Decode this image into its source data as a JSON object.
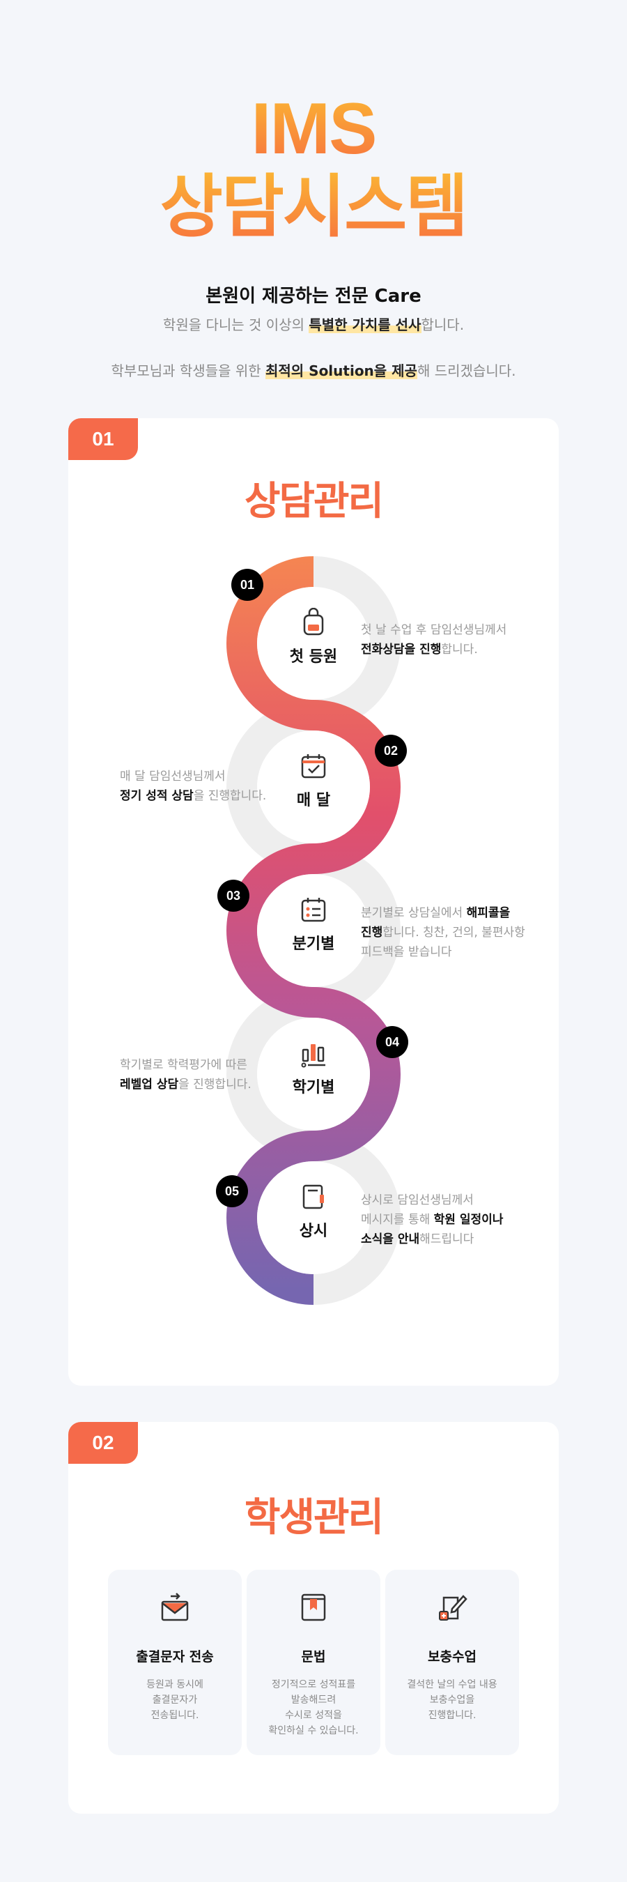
{
  "hero": {
    "title_line1": "IMS",
    "title_line2": "상담시스템"
  },
  "intro": {
    "heading": "본원이 제공하는 전문 Care",
    "line1_pre": "학원을 다니는 것 이상의 ",
    "line1_hl": "특별한 가치를 선사",
    "line1_post": "합니다.",
    "line2_pre": "학부모님과 학생들을 위한 ",
    "line2_hl": "최적의 Solution을 제공",
    "line2_post": "해 드리겠습니다."
  },
  "section1": {
    "badge": "01",
    "title": "상담관리",
    "steps": [
      {
        "num": "01",
        "label": "첫 등원",
        "icon": "backpack-icon",
        "desc": [
          {
            "t": "첫 날 수업 후 담임선생님께서",
            "b": false
          },
          {
            "t": "\n",
            "b": false
          },
          {
            "t": "전화상담을 진행",
            "b": true
          },
          {
            "t": "합니다.",
            "b": false
          }
        ]
      },
      {
        "num": "02",
        "label": "매 달",
        "icon": "calendar-check-icon",
        "desc": [
          {
            "t": "매 달 담임선생님께서",
            "b": false
          },
          {
            "t": "\n",
            "b": false
          },
          {
            "t": "정기 성적 상담",
            "b": true
          },
          {
            "t": "을 진행합니다.",
            "b": false
          }
        ]
      },
      {
        "num": "03",
        "label": "분기별",
        "icon": "calendar-list-icon",
        "desc": [
          {
            "t": "분기별로 상담실에서 ",
            "b": false
          },
          {
            "t": "해피콜을",
            "b": true
          },
          {
            "t": "\n",
            "b": false
          },
          {
            "t": "진행",
            "b": true
          },
          {
            "t": "합니다. 칭찬, 건의, 불편사항",
            "b": false
          },
          {
            "t": "\n",
            "b": false
          },
          {
            "t": "피드백을 받습니다",
            "b": false
          }
        ]
      },
      {
        "num": "04",
        "label": "학기별",
        "icon": "bar-chart-icon",
        "desc": [
          {
            "t": "학기별로 학력평가에 따른",
            "b": false
          },
          {
            "t": "\n",
            "b": false
          },
          {
            "t": "레벨업 상담",
            "b": true
          },
          {
            "t": "을 진행합니다.",
            "b": false
          }
        ]
      },
      {
        "num": "05",
        "label": "상시",
        "icon": "notebook-icon",
        "desc": [
          {
            "t": "상시로 담임선생님께서",
            "b": false
          },
          {
            "t": "\n",
            "b": false
          },
          {
            "t": "메시지를 통해 ",
            "b": false
          },
          {
            "t": "학원 일정이나",
            "b": true
          },
          {
            "t": "\n",
            "b": false
          },
          {
            "t": "소식을 안내",
            "b": true
          },
          {
            "t": "해드립니다",
            "b": false
          }
        ]
      }
    ]
  },
  "section2": {
    "badge": "02",
    "title": "학생관리",
    "features": [
      {
        "title": "출결문자 전송",
        "icon": "mail-arrow-icon",
        "desc": "등원과 동시에\n출결문자가\n전송됩니다."
      },
      {
        "title": "문법",
        "icon": "book-bookmark-icon",
        "desc": "정기적으로 성적표를\n발송해드려\n수시로 성적을\n확인하실 수 있습니다."
      },
      {
        "title": "보충수업",
        "icon": "document-pen-icon",
        "desc": "결석한 날의 수업 내용\n보충수업을\n진행합니다."
      }
    ]
  },
  "colors": {
    "accent": "#f36a44",
    "gradient_top": "#f58552",
    "gradient_bottom": "#7a67b0",
    "badge": "#f56a4a"
  }
}
